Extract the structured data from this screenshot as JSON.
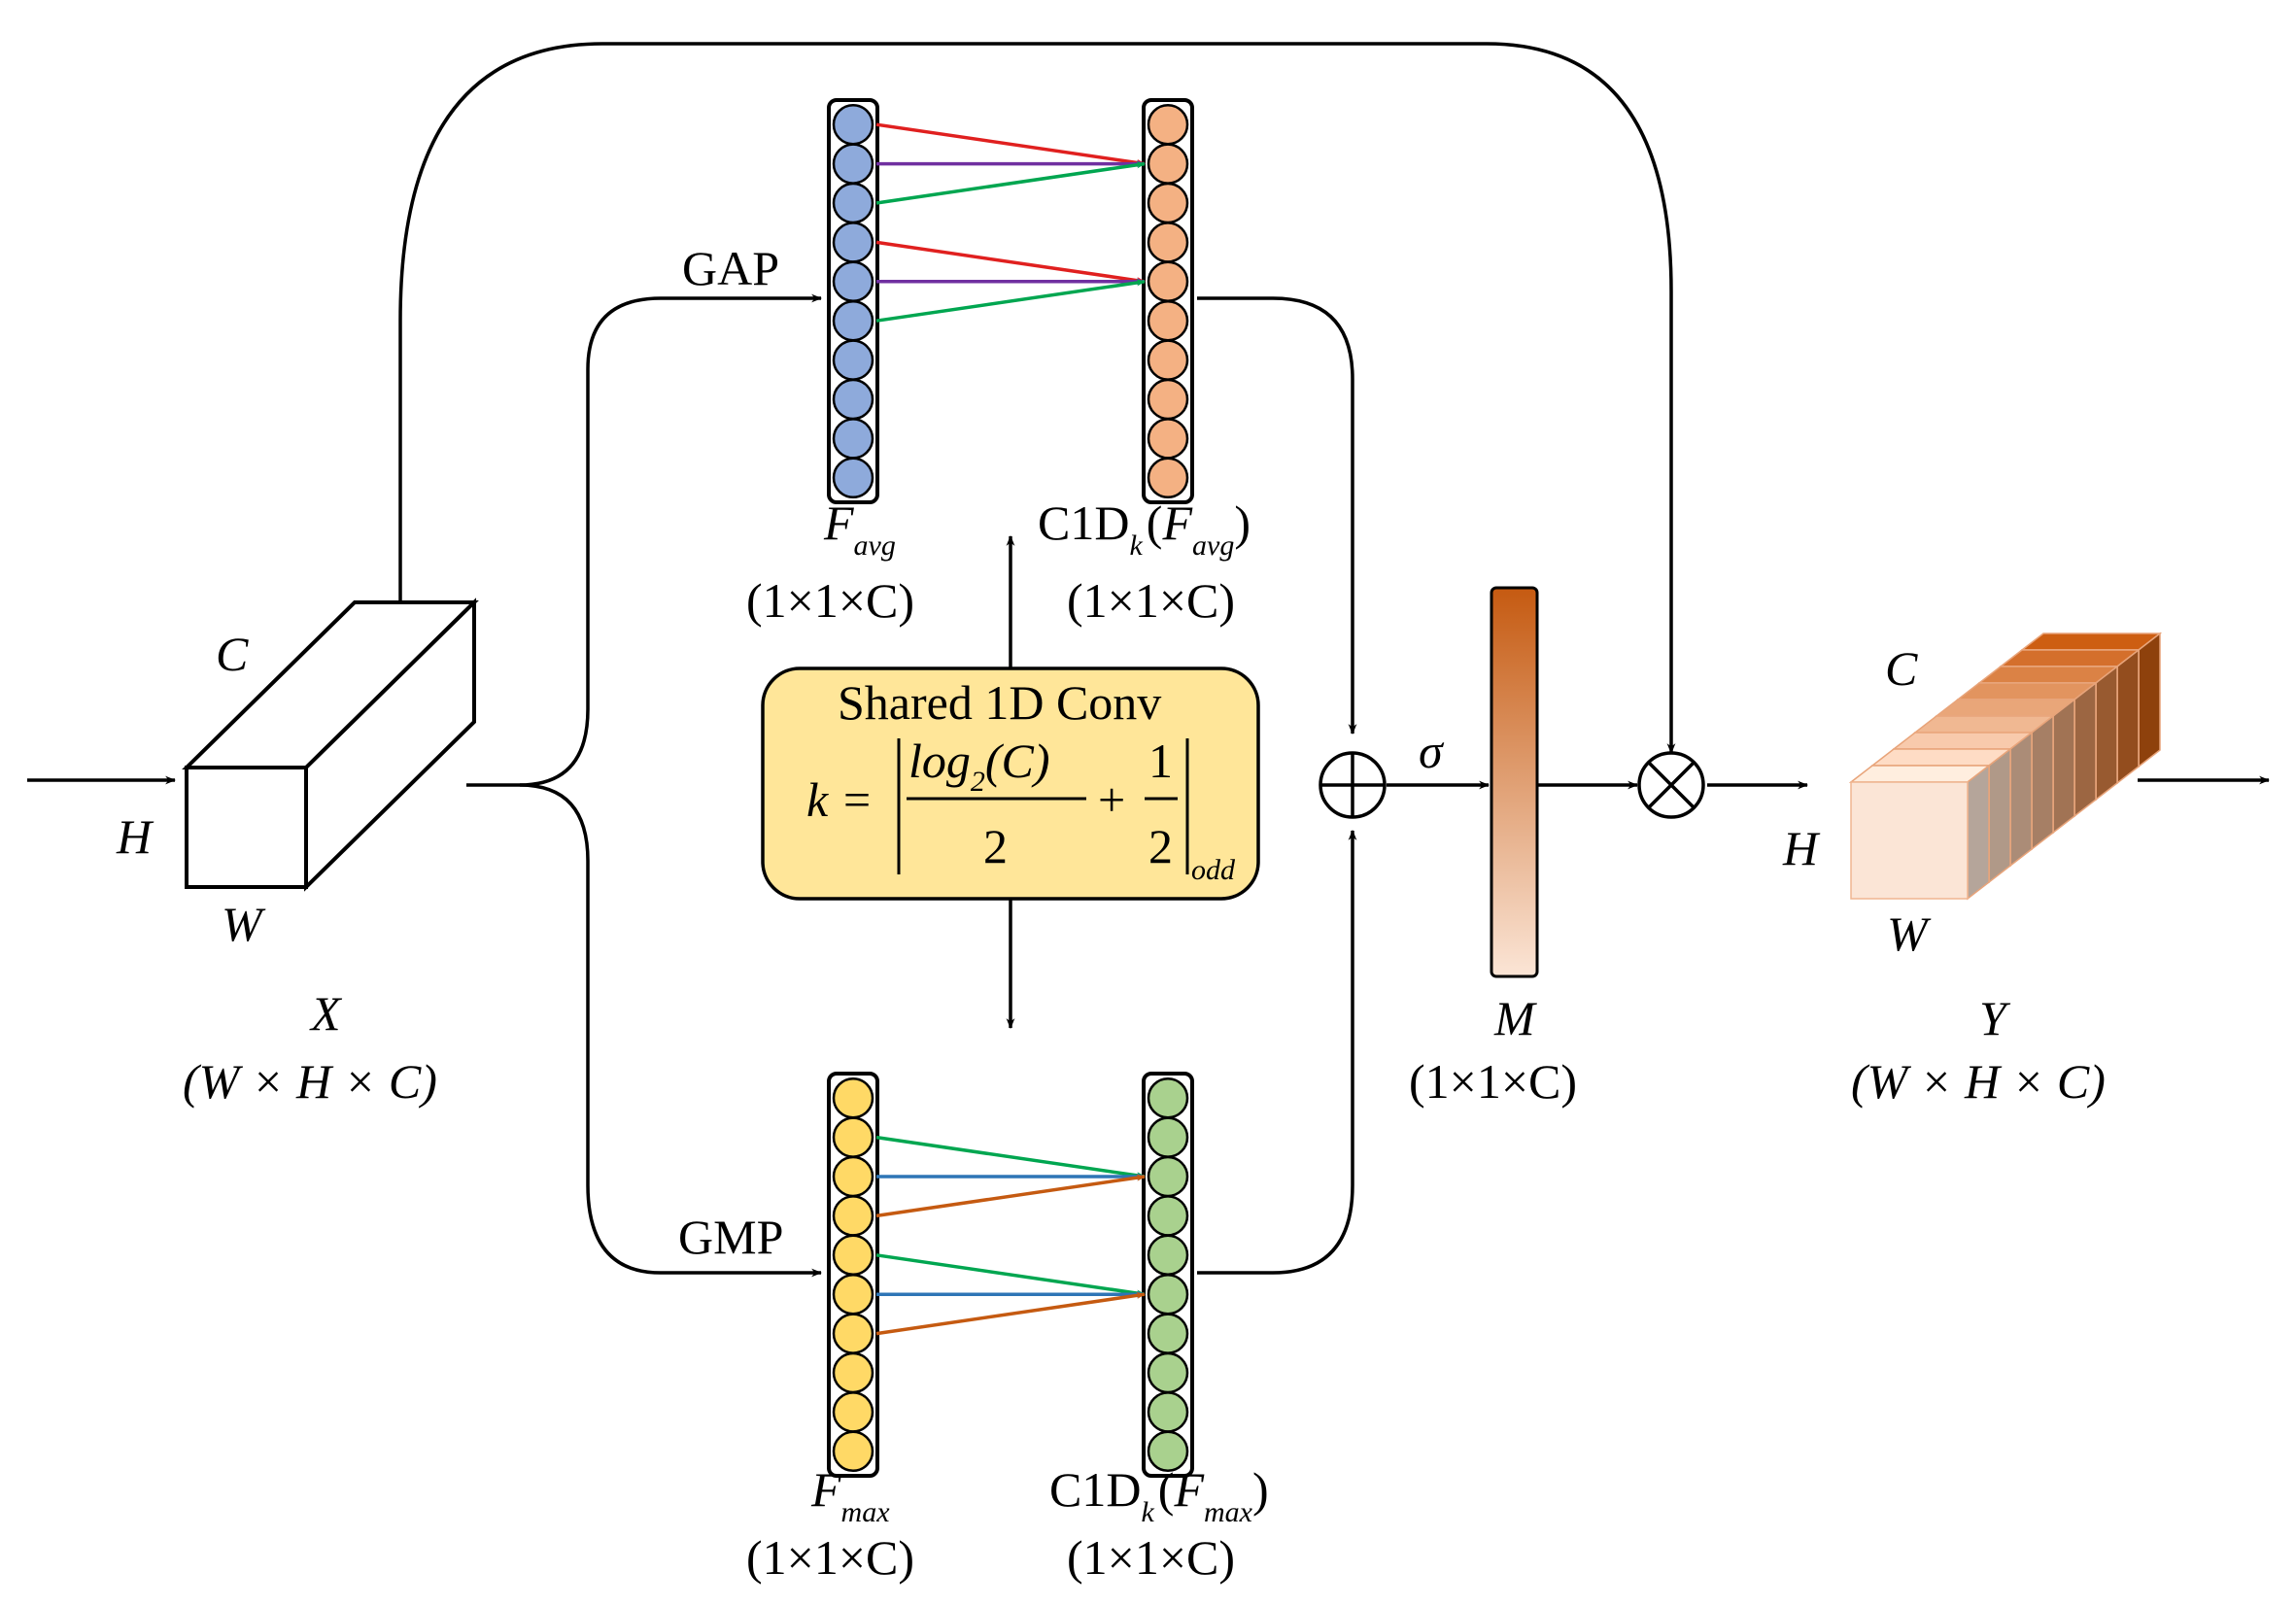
{
  "input": {
    "dim_c": "C",
    "dim_h": "H",
    "dim_w": "W",
    "name": "X",
    "shape": "(W × H × C)"
  },
  "branches": {
    "gap_label": "GAP",
    "gmp_label": "GMP"
  },
  "f_avg": {
    "name": "F",
    "subscript": "avg",
    "shape": "(1×1×C)"
  },
  "c1d_avg": {
    "prefix": "C1D",
    "k": "k",
    "open": "(",
    "inner": "F",
    "inner_sub": "avg",
    "close": ")",
    "shape": "(1×1×C)"
  },
  "f_max": {
    "name": "F",
    "subscript": "max",
    "shape": "(1×1×C)"
  },
  "c1d_max": {
    "prefix": "C1D",
    "k": "k",
    "open": "(",
    "inner": "F",
    "inner_sub": "max",
    "close": ")",
    "shape": "(1×1×C)"
  },
  "shared_conv": {
    "title": "Shared 1D Conv",
    "lhs": "k =",
    "numerator": "log",
    "numerator_sub": "2",
    "numerator_arg": "(C)",
    "denominator": "2",
    "plus": "+",
    "frac_num": "1",
    "frac_den": "2",
    "sub_odd": "odd"
  },
  "sigma": "σ",
  "mask": {
    "name": "M",
    "shape": "(1×1×C)"
  },
  "output": {
    "dim_c": "C",
    "dim_h": "H",
    "dim_w": "W",
    "name": "Y",
    "shape": "(W × H × C)"
  },
  "colors": {
    "avg_nodes": "#8eaadb",
    "avg_conv_nodes": "#f4b183",
    "max_nodes": "#ffd966",
    "max_conv_nodes": "#a9d18e",
    "conv_box_fill": "#ffe699",
    "arrow_red": "#e0201f",
    "arrow_purple": "#7030a0",
    "arrow_green": "#00a650",
    "arrow_blue": "#2e75b6",
    "arrow_orange": "#c55a11",
    "mask_top": "#c55a11",
    "mask_bottom": "#fbe5d6"
  },
  "node_count": 10
}
